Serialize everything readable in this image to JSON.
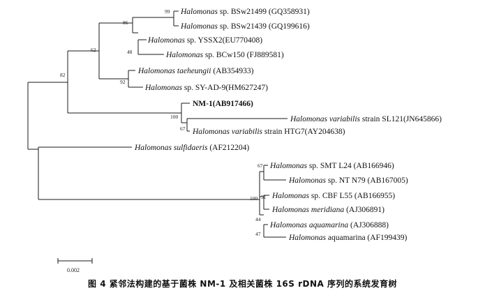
{
  "leaves": [
    {
      "genus": "Halomonas",
      "rest": " sp. BSw21499 (GQ358931)",
      "bold": false
    },
    {
      "genus": "Halomonas",
      "rest": " sp. BSw21439 (GQ199616)",
      "bold": false
    },
    {
      "genus": "Halomonas",
      "rest": " sp. YSSX2(EU770408)",
      "bold": false
    },
    {
      "genus": "Halomonas",
      "rest": " sp. BCw150 (FJ889581)",
      "bold": false
    },
    {
      "genus": "Halomonas taeheungii",
      "rest": " (AB354933)",
      "bold": false
    },
    {
      "genus": "Halomonas",
      "rest": " sp. SY-AD-9(HM627247)",
      "bold": false
    },
    {
      "genus": "",
      "rest": "NM-1(AB917466)",
      "bold": true
    },
    {
      "genus": "Halomonas variabilis",
      "rest": " strain SL121(JN645866)",
      "bold": false
    },
    {
      "genus": "Halomonas variabilis",
      "rest": " strain HTG7(AY204638)",
      "bold": false
    },
    {
      "genus": "Halomonas sulfidaeris",
      "rest": " (AF212204)",
      "bold": false
    },
    {
      "genus": "Halomonas",
      "rest": " sp. SMT L24 (AB166946)",
      "bold": false
    },
    {
      "genus": "Halomonas",
      "rest": " sp. NT N79 (AB167005)",
      "bold": false
    },
    {
      "genus": "Halomonas",
      "rest": " sp. CBF L55 (AB166955)",
      "bold": false
    },
    {
      "genus": "Halomonas meridiana",
      "rest": " (AJ306891)",
      "bold": false
    },
    {
      "genus": "Halomonas aquamarina",
      "rest": " (AJ306888)",
      "bold": false
    },
    {
      "genus": "Halomonas",
      "rest": " aquamarina (AF199439)",
      "bold": false
    }
  ],
  "bootstraps": [
    "99",
    "86",
    "48",
    "62",
    "82",
    "92",
    "100",
    "67",
    "67",
    "51",
    "100",
    "44",
    "47"
  ],
  "scale_label": "0.002",
  "caption": "图 4   紧邻法构建的基于菌株 NM-1 及相关菌株 16S rDNA 序列的系统发育树"
}
